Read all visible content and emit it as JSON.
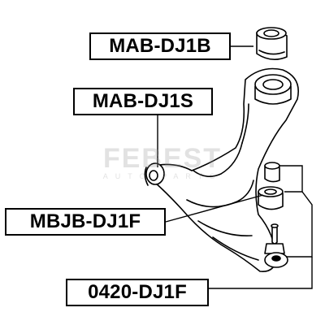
{
  "labels": {
    "bushing_b": "MAB-DJ1B",
    "bushing_s": "MAB-DJ1S",
    "ball_joint_bushing": "MBJB-DJ1F",
    "ball_joint": "0420-DJ1F"
  },
  "watermark": {
    "brand": "FEBEST",
    "subtitle": "AUTO PARTS"
  },
  "colors": {
    "line": "#000000",
    "background": "#ffffff",
    "part_fill": "#ffffff",
    "watermark": "#969696"
  }
}
